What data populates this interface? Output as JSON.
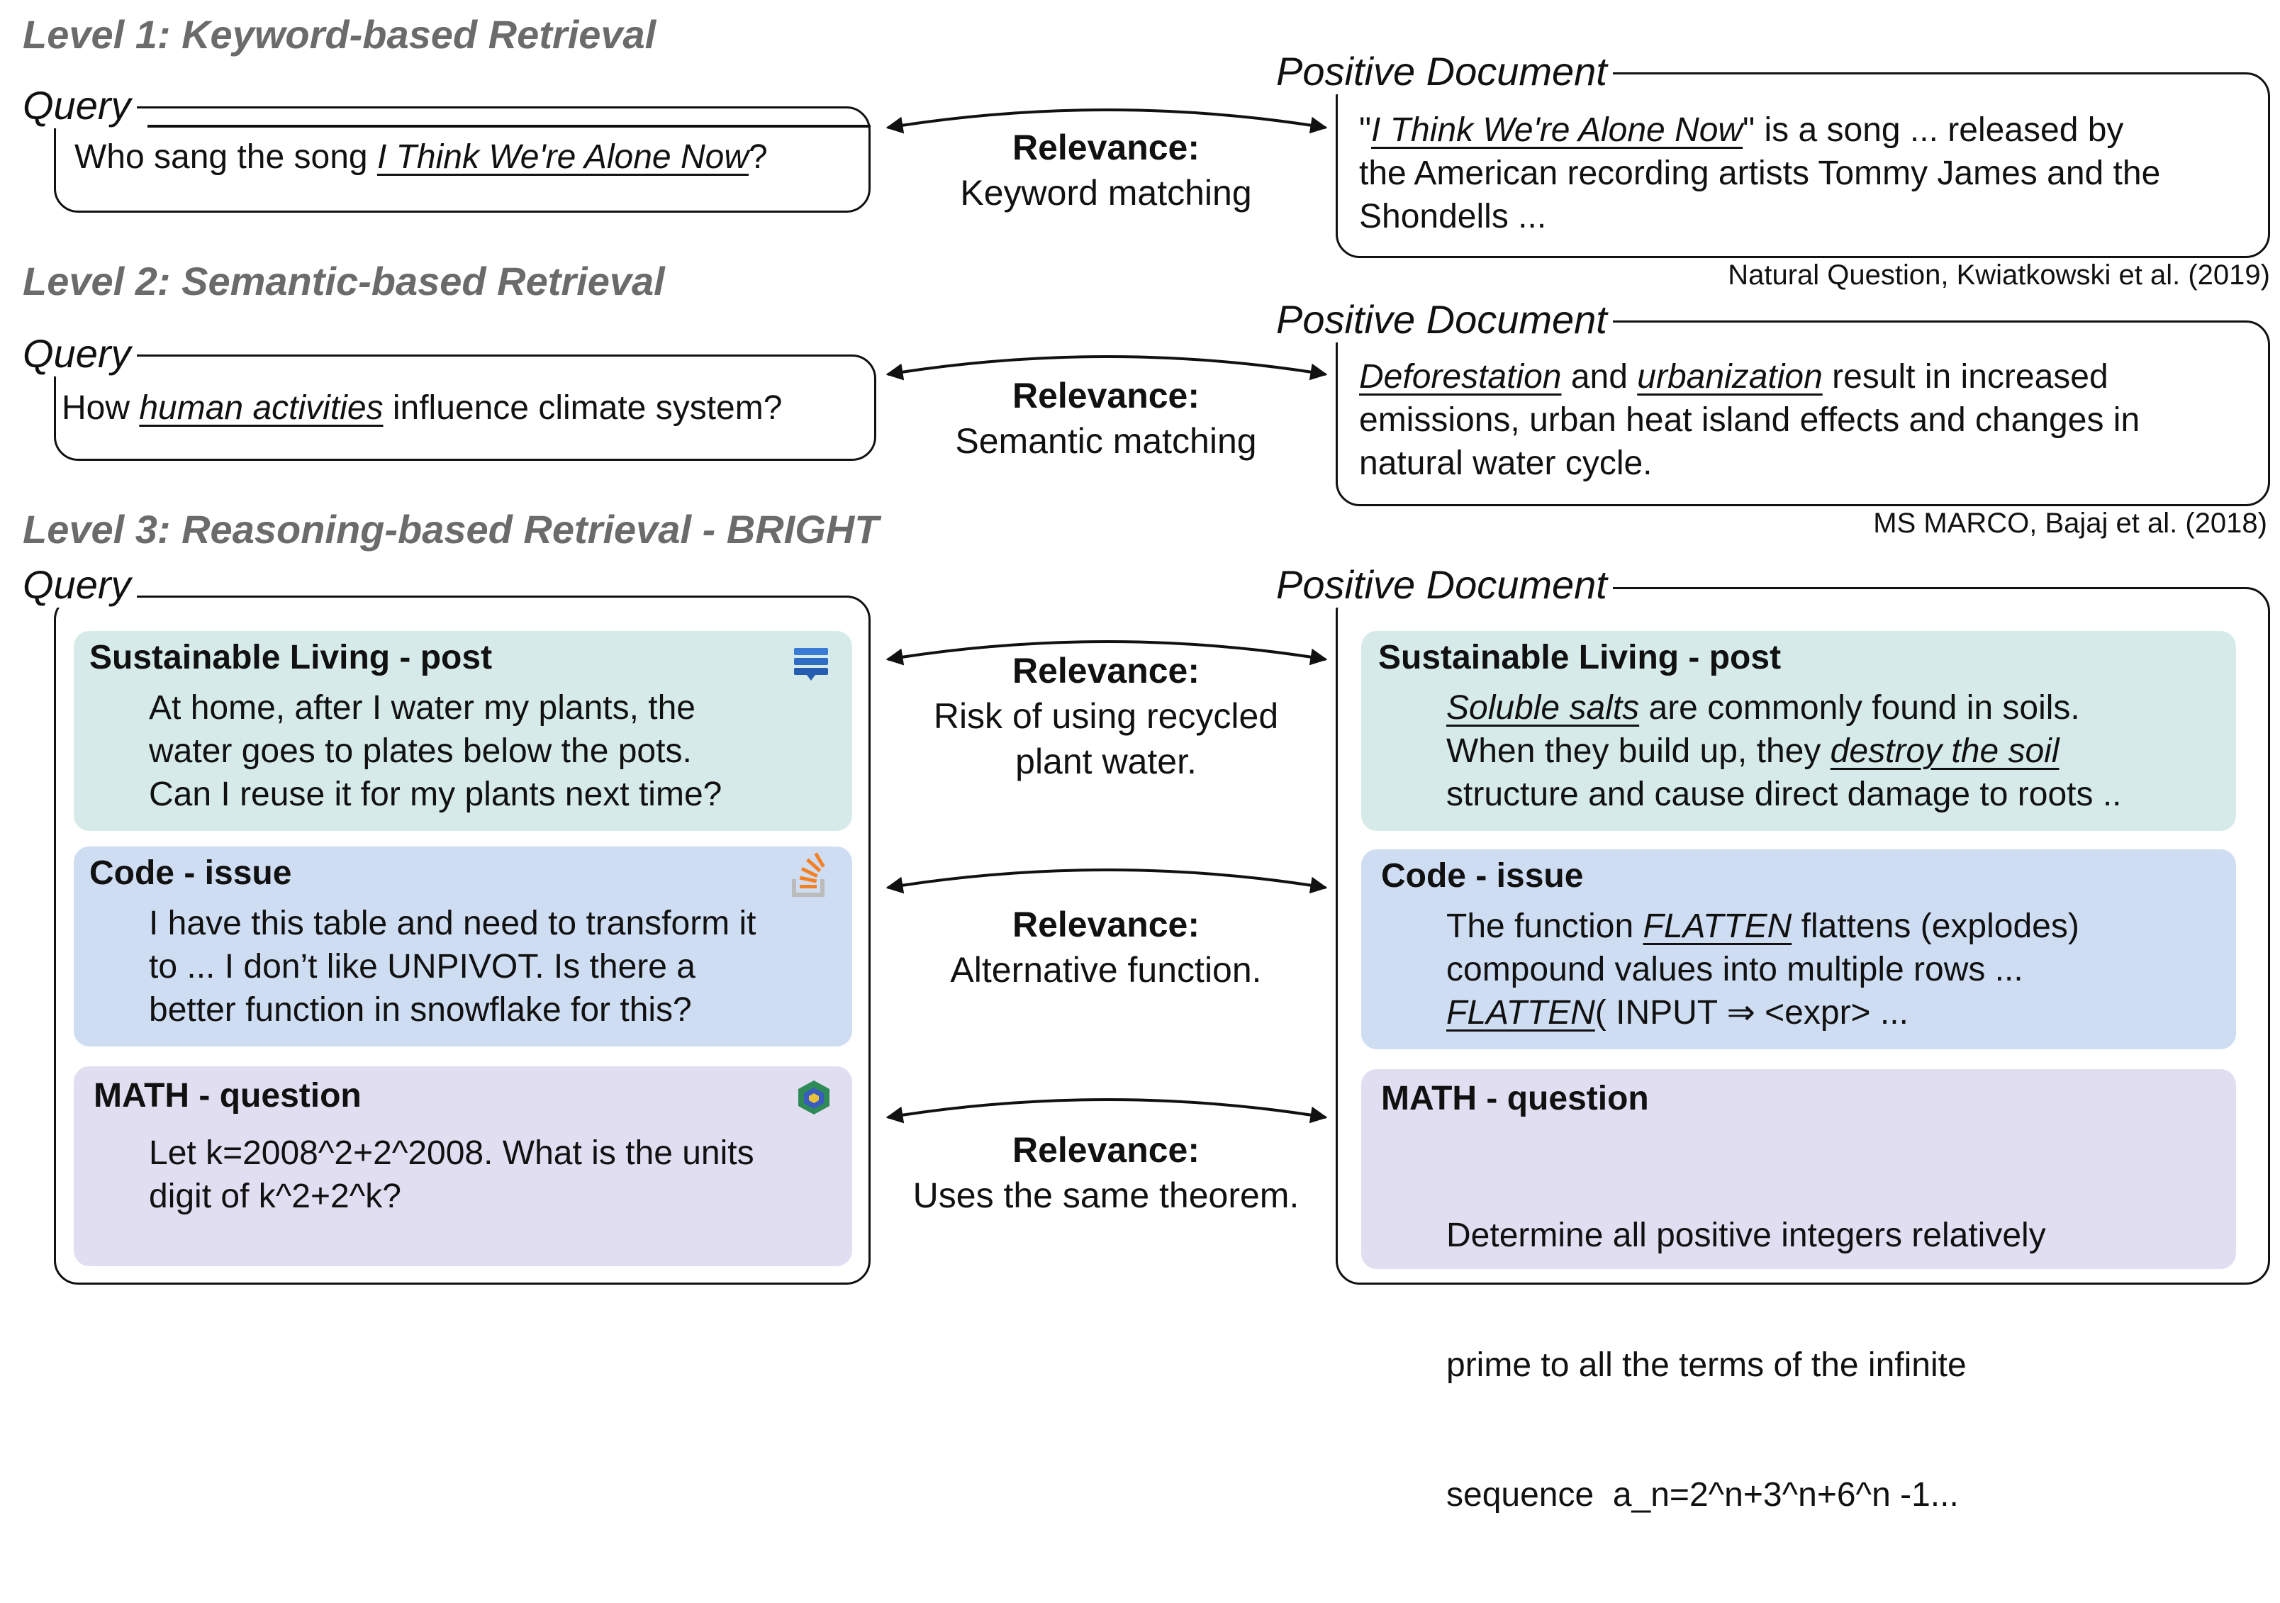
{
  "level1": {
    "title": "Level 1: Keyword-based Retrieval",
    "query_label": "Query",
    "query_pre": "Who sang the song ",
    "query_u": "I Think We're Alone Now",
    "query_post": "?",
    "relevance_head": "Relevance:",
    "relevance_text": "Keyword matching",
    "doc_label": "Positive Document",
    "doc_q1": "\"",
    "doc_u": "I Think We're Alone Now",
    "doc_line1_post": "\" is a song ... released by",
    "doc_line2": "the American recording artists Tommy James and the",
    "doc_line3": "Shondells ...",
    "citation": "Natural Question, Kwiatkowski et al. (2019)"
  },
  "level2": {
    "title": "Level 2: Semantic-based Retrieval",
    "query_label": "Query",
    "query_pre": "How ",
    "query_u": "human activities",
    "query_post": " influence climate system?",
    "relevance_head": "Relevance:",
    "relevance_text": "Semantic matching",
    "doc_label": "Positive Document",
    "doc_u1": "Deforestation",
    "doc_and": " and ",
    "doc_u2": "urbanization",
    "doc_line1_post": " result in increased",
    "doc_line2": "emissions, urban heat island effects and changes in",
    "doc_line3": "natural water cycle.",
    "citation": "MS MARCO, Bajaj et al. (2018)"
  },
  "level3": {
    "title": "Level 3: Reasoning-based Retrieval - BRIGHT",
    "query_label": "Query",
    "doc_label": "Positive Document",
    "rows": [
      {
        "query_title": "Sustainable Living - post",
        "query_lines": [
          "At home, after I water my plants, the",
          "water goes to plates below the pots.",
          "Can I reuse it for my plants next time?"
        ],
        "relevance_head": "Relevance:",
        "relevance_lines": [
          "Risk of using recycled",
          "plant water."
        ],
        "doc_title": "Sustainable Living - post",
        "doc_u1": "Soluble salts",
        "doc_l1_post": " are commonly found in soils.",
        "doc_l2_pre": "When they build up, they ",
        "doc_u2": "destroy the soil",
        "doc_l3": "structure and cause direct damage to roots .."
      },
      {
        "query_title": "Code - issue",
        "query_lines": [
          "I have this table and need to transform it",
          "to ... I don’t like UNPIVOT. Is there a",
          "better function in snowflake for this?"
        ],
        "relevance_head": "Relevance:",
        "relevance_lines": [
          "Alternative function."
        ],
        "doc_title": "Code - issue",
        "doc_l1_pre": "The function ",
        "doc_u1": "FLATTEN",
        "doc_l1_post": " flattens (explodes)",
        "doc_l2": "compound values into multiple rows ...",
        "doc_u2": "FLATTEN",
        "doc_l3_post": "( INPUT ⇒ <expr> ..."
      },
      {
        "query_title": "MATH - question",
        "query_lines": [
          "Let k=2008^2+2^2008. What is the units",
          "digit of k^2+2^k?"
        ],
        "relevance_head": "Relevance:",
        "relevance_lines": [
          "Uses the same theorem."
        ],
        "doc_title": "MATH - question",
        "doc_lines": [
          "Determine all positive integers relatively",
          "prime to all the terms of the infinite",
          "sequence  a_n=2^n+3^n+6^n -1..."
        ]
      }
    ]
  },
  "icons": [
    "stack-layers-icon",
    "stackoverflow-icon",
    "math-cube-icon"
  ],
  "colors": {
    "green_card": "#d6ebe9",
    "blue_card": "#cfddf3",
    "purple_card": "#e2def2",
    "level_title": "#6b6b6b"
  }
}
